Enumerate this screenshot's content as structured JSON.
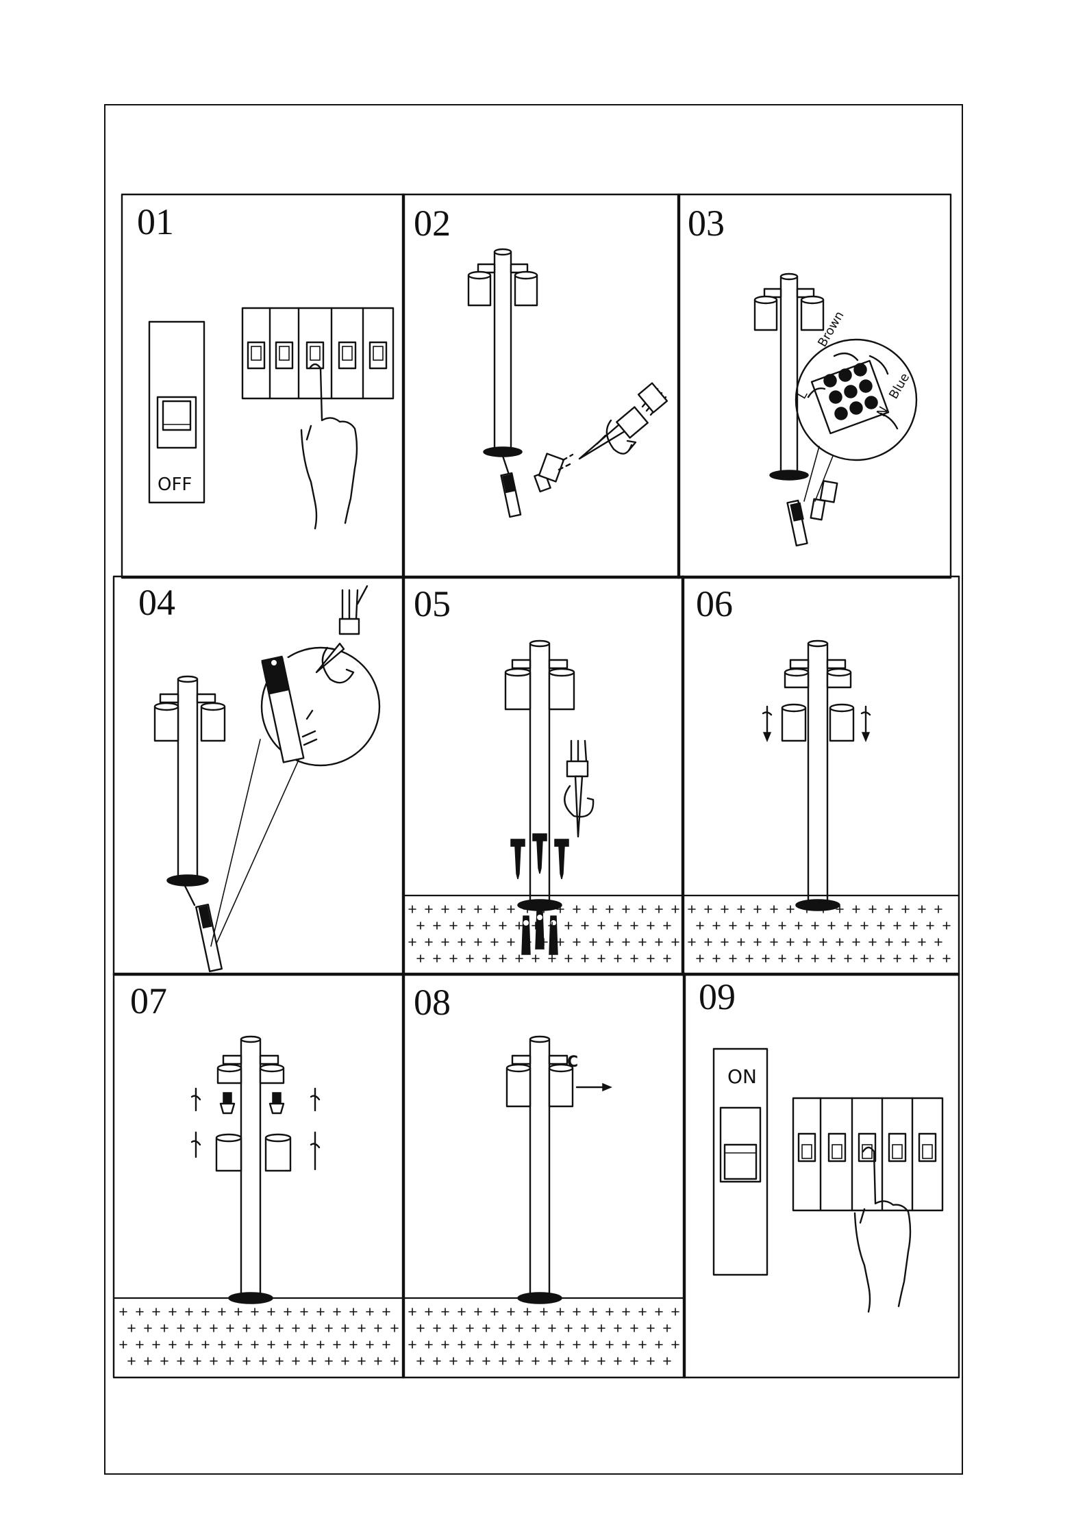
{
  "steps": [
    {
      "id": "01",
      "label": "01",
      "switch_text": "OFF"
    },
    {
      "id": "02",
      "label": "02"
    },
    {
      "id": "03",
      "label": "03",
      "wire_labels": {
        "live": "L",
        "neutral": "N",
        "brown": "Brown",
        "blue": "Blue"
      }
    },
    {
      "id": "04",
      "label": "04"
    },
    {
      "id": "05",
      "label": "05"
    },
    {
      "id": "06",
      "label": "06"
    },
    {
      "id": "07",
      "label": "07"
    },
    {
      "id": "08",
      "label": "08",
      "annotation": "C"
    },
    {
      "id": "09",
      "label": "09",
      "switch_text": "ON"
    }
  ],
  "icons": [
    "breaker-switch-icon",
    "breaker-panel-icon",
    "hand-icon",
    "bollard-lamp-icon",
    "screwdriver-icon",
    "screw-icon",
    "wall-plug-icon",
    "bulb-icon",
    "junction-box-icon",
    "ground-icon"
  ]
}
